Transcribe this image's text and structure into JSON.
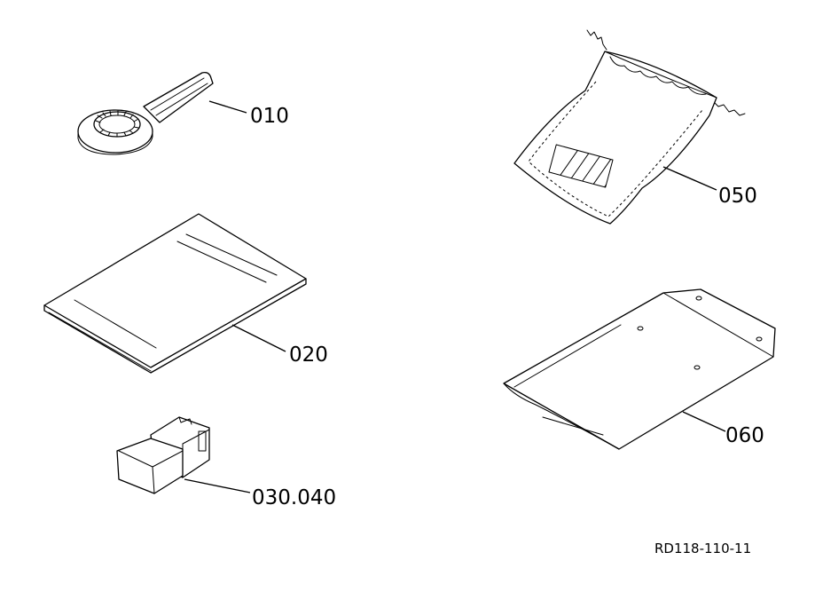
{
  "parts": [
    {
      "id": "wrench",
      "label": "010"
    },
    {
      "id": "manual",
      "label": "020"
    },
    {
      "id": "connector-cap",
      "label": "030.040"
    },
    {
      "id": "tool-bag",
      "label": "050"
    },
    {
      "id": "document-holder",
      "label": "060"
    }
  ],
  "reference_code": "RD118-110-11"
}
